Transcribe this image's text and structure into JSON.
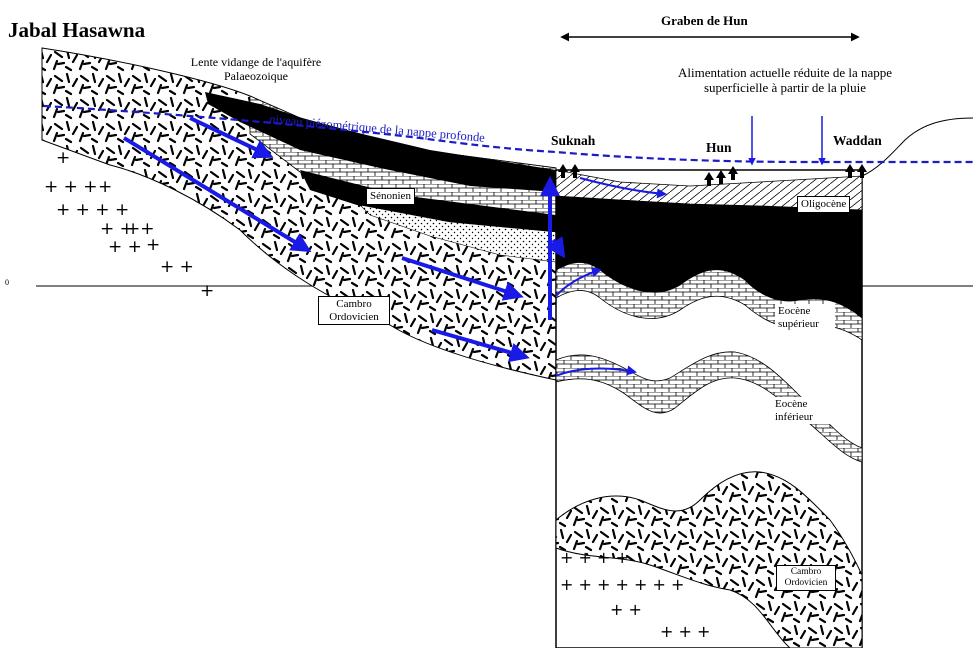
{
  "figure": {
    "title": "Jabal Hasawna",
    "graben_label": "Graben de Hun",
    "lente_label": "Lente vidange de l'aquifère Palaeozoique",
    "piezometric_label": "niveau piézométrique de la nappe profonde",
    "recharge_label": "Alimentation actuelle réduite de la nappe superficielle à partir de la pluie",
    "zero_label": "0"
  },
  "localities": {
    "suknah": "Suknah",
    "hun": "Hun",
    "waddan": "Waddan"
  },
  "formations": {
    "senonien": "Sénonien",
    "cambro_ordovicien_upper": "Cambro Ordovicien",
    "oligocene": "Oligocène",
    "eocene_superieur": "Eocène supérieur",
    "eocene_inferieur": "Eocène inférieur",
    "cambro_ordovicien_lower": "Cambro Ordovicien"
  },
  "colors": {
    "piezometric_line": "#1b1bc8",
    "flow_arrows": "#1a1ae6",
    "black_aquifer": "#000000"
  }
}
